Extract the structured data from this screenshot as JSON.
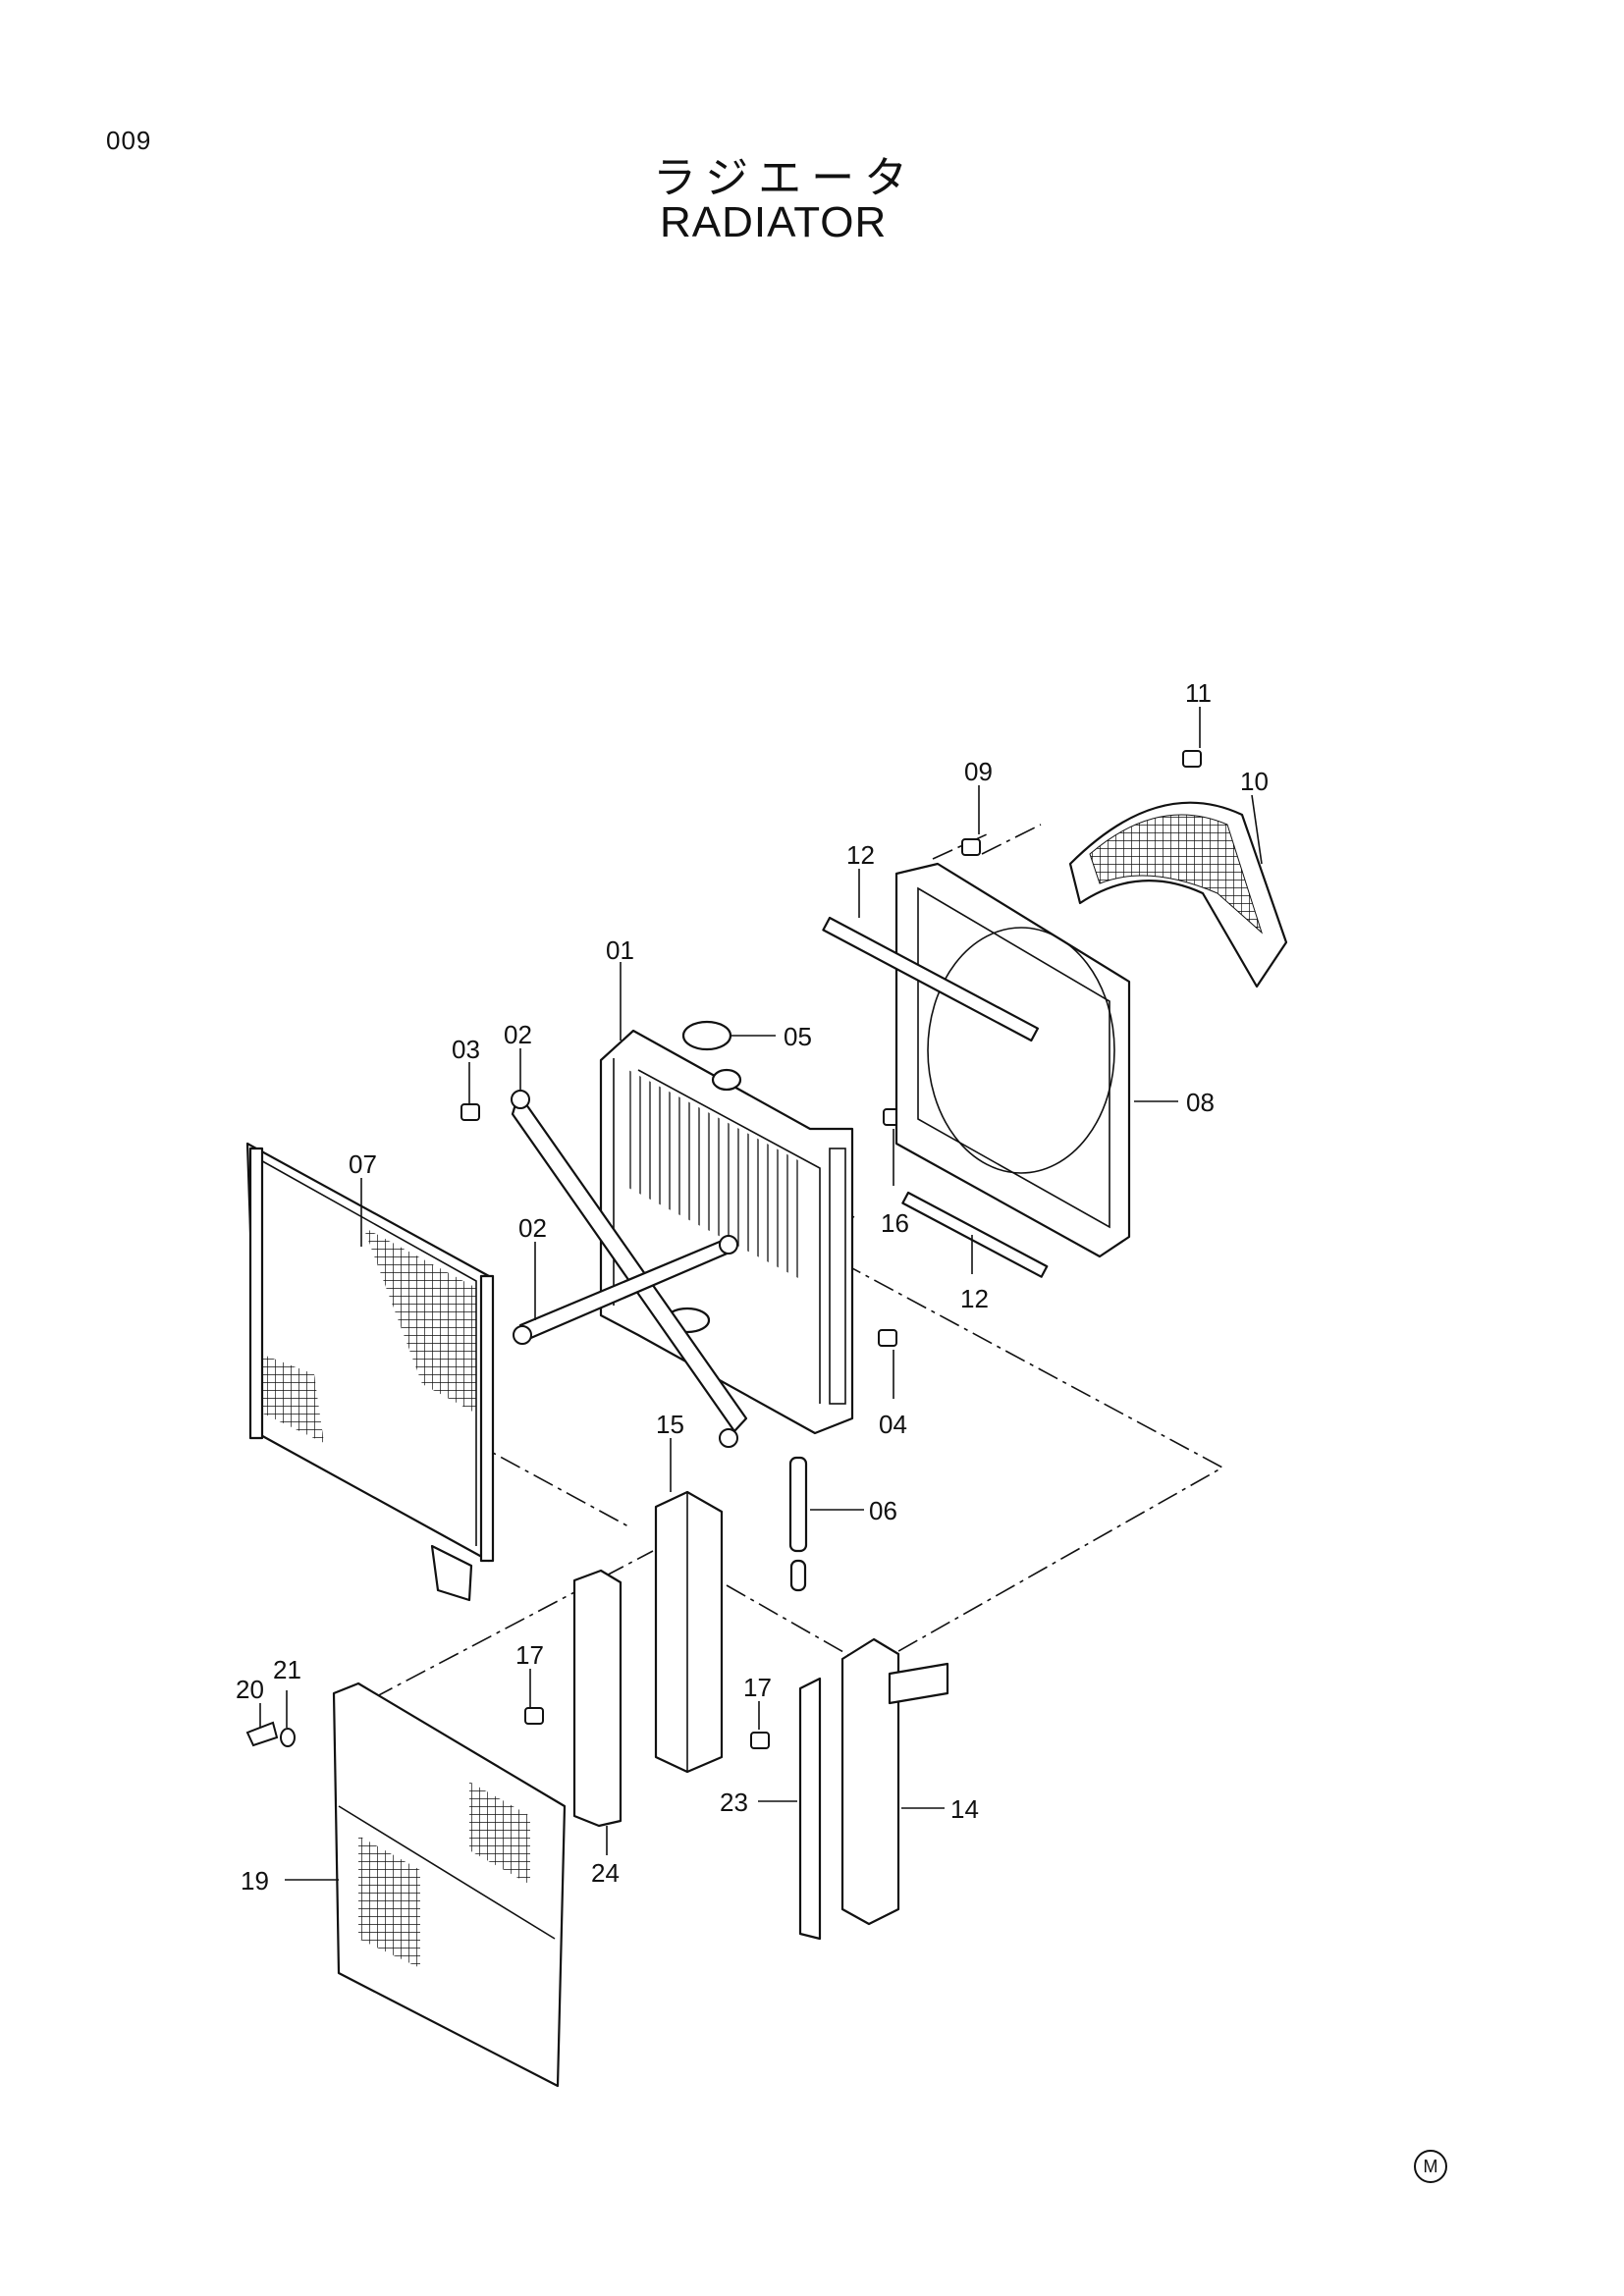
{
  "header": {
    "page_number": "009",
    "title_jp": "ラジエータ",
    "title_en": "RADIATOR"
  },
  "callouts": {
    "c01": "01",
    "c02a": "02",
    "c02b": "02",
    "c03": "03",
    "c04": "04",
    "c05": "05",
    "c06": "06",
    "c07": "07",
    "c08": "08",
    "c09": "09",
    "c10": "10",
    "c11": "11",
    "c12a": "12",
    "c12b": "12",
    "c14": "14",
    "c15": "15",
    "c16": "16",
    "c17a": "17",
    "c17b": "17",
    "c19": "19",
    "c20": "20",
    "c21": "21",
    "c23": "23",
    "c24": "24"
  },
  "footer": {
    "mark": "M"
  }
}
